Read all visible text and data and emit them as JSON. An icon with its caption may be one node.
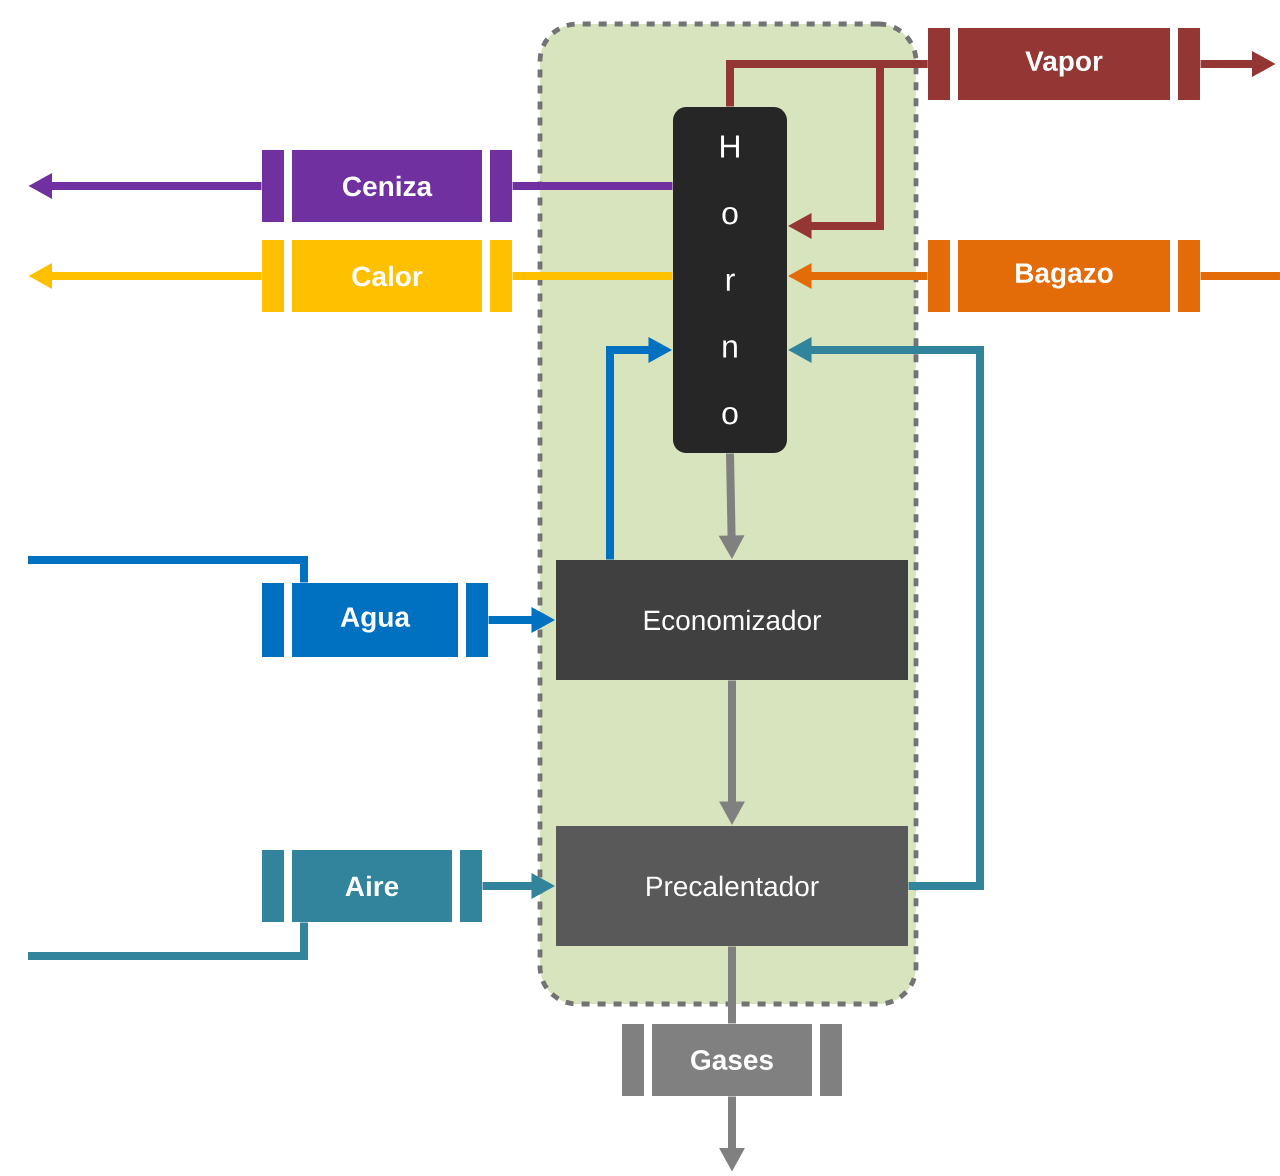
{
  "diagram": {
    "nodes": [
      {
        "text": [],
        "shape": "box"
      },
      {
        "text": [
          "Vapor"
        ]
      },
      {
        "text": [
          "Ceniza"
        ]
      },
      {
        "text": [
          "Calor"
        ]
      },
      {
        "text": [
          "H o r n o"
        ],
        "in": 0
      },
      {
        "text": [
          "Bagazo"
        ]
      },
      {
        "text": [
          "Agua"
        ]
      },
      {
        "text": [
          "Economizador"
        ],
        "in": 0
      },
      {
        "text": [
          "Aire"
        ]
      },
      {
        "text": [
          "Precalentador"
        ],
        "in": 0
      },
      {
        "text": [
          "Gases"
        ]
      }
    ],
    "edges": [
      {
        "from": 4,
        "to": 2,
        "arrow": "none",
        "color": "#7030a0"
      },
      {
        "from": 2,
        "to": null,
        "arrow": "to",
        "color": "#7030a0"
      },
      {
        "from": 4,
        "to": 3,
        "arrow": "none",
        "color": "#ffc000"
      },
      {
        "from": 3,
        "to": null,
        "arrow": "to",
        "color": "#ffc000"
      },
      {
        "from": 4,
        "to": 1,
        "arrow": "none",
        "color": "#943634"
      },
      {
        "from": 1,
        "to": 4,
        "arrow": "to",
        "color": "#943634"
      },
      {
        "from": 1,
        "to": null,
        "arrow": "to",
        "color": "#943634"
      },
      {
        "from": null,
        "to": 5,
        "arrow": "none",
        "color": "#e36c09"
      },
      {
        "from": 5,
        "to": 4,
        "arrow": "to",
        "color": "#e36c09"
      },
      {
        "from": 7,
        "to": 4,
        "arrow": "to",
        "color": "#0070c0"
      },
      {
        "from": 6,
        "to": 7,
        "arrow": "to",
        "color": "#0070c0"
      },
      {
        "from": 4,
        "to": 7,
        "arrow": "to"
      },
      {
        "from": 7,
        "to": 9,
        "arrow": "to"
      },
      {
        "from": 8,
        "to": 9,
        "arrow": "to",
        "color": "#31849b"
      },
      {
        "from": 9,
        "to": 4,
        "arrow": "to",
        "color": "#31849b"
      },
      {
        "from": null,
        "to": 6,
        "arrow": "none",
        "color": "#0070c0"
      },
      {
        "from": null,
        "to": 8,
        "arrow": "none",
        "color": "#31849b"
      },
      {
        "from": 9,
        "to": 10,
        "arrow": "none"
      },
      {
        "from": 10,
        "to": null,
        "arrow": "to"
      }
    ]
  }
}
